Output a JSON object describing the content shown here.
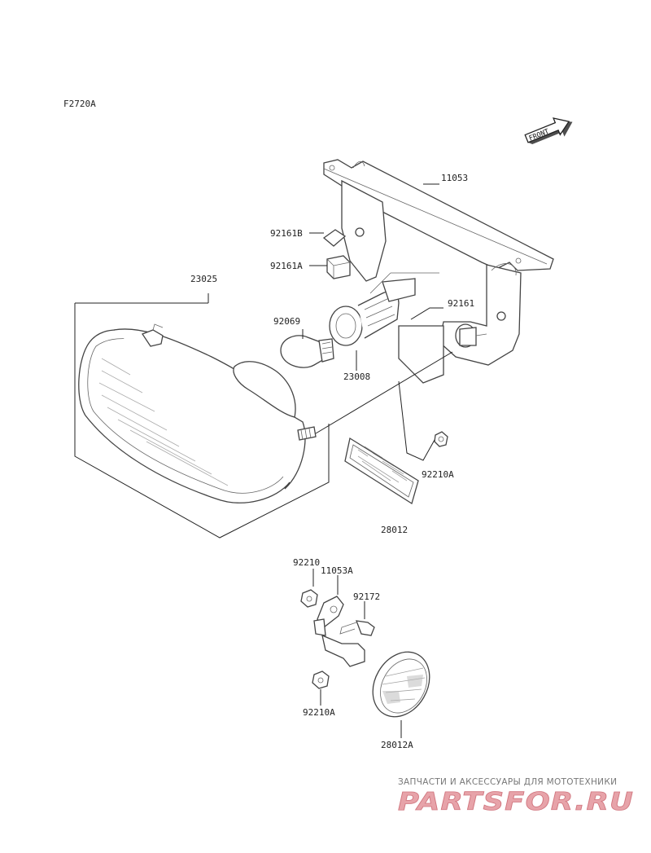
{
  "figure_code": "F2720A",
  "front_marker": "FRONT",
  "parts": {
    "p11053": "11053",
    "p92161B": "92161B",
    "p92161A": "92161A",
    "p23025": "23025",
    "p92069": "92069",
    "p92161": "92161",
    "p23008": "23008",
    "p92210A_upper": "92210A",
    "p28012": "28012",
    "p92210": "92210",
    "p11053A": "11053A",
    "p92172": "92172",
    "p92210A_lower": "92210A",
    "p28012A": "28012A"
  },
  "watermark": {
    "caption": "ЗАПЧАСТИ И АКСЕССУАРЫ ДЛЯ МОТОТЕХНИКИ",
    "logo": "PARTSFOR.RU"
  }
}
